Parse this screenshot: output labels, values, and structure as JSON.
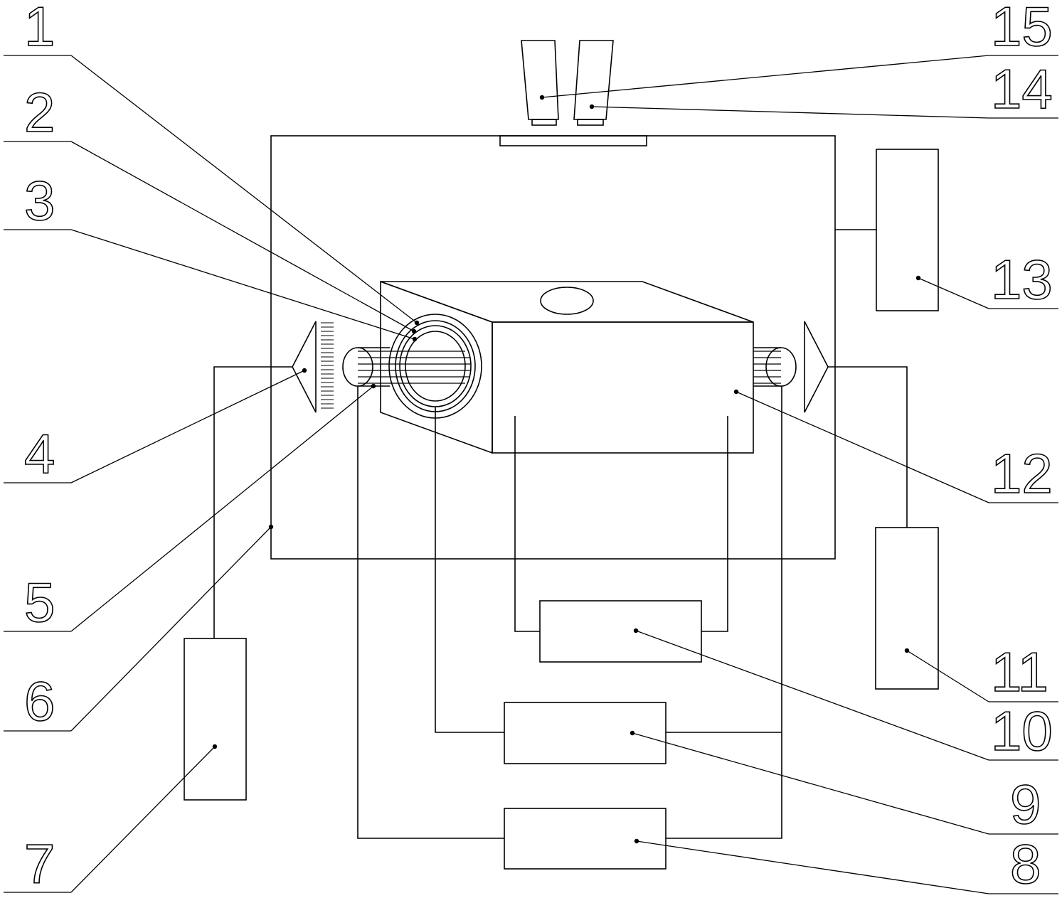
{
  "labels": {
    "l1": "1",
    "l2": "2",
    "l3": "3",
    "l4": "4",
    "l5": "5",
    "l6": "6",
    "l7": "7",
    "l8": "8",
    "l9": "9",
    "l10": "10",
    "l11": "11",
    "l12": "12",
    "l13": "13",
    "l14": "14",
    "l15": "15"
  },
  "colors": {
    "stroke": "#000000",
    "background": "#ffffff"
  }
}
